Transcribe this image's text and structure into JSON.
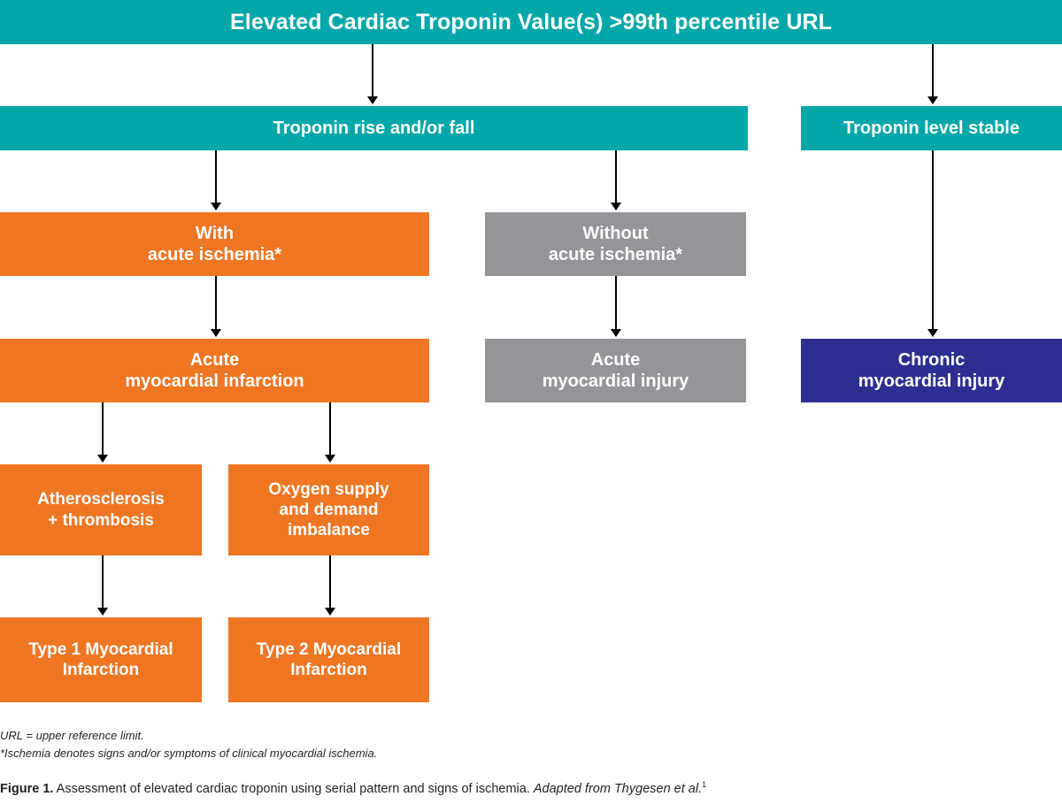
{
  "figure": {
    "title": "Elevated Cardiac Troponin Value(s) >99th percentile URL",
    "caption_lead": "Figure 1.",
    "caption_text": " Assessment of elevated cardiac troponin using serial pattern and signs of ischemia. ",
    "caption_source": "Adapted from Thygesen et al.",
    "caption_ref": "1"
  },
  "colors": {
    "teal": "#04A7A9",
    "orange": "#EE7623",
    "gray": "#949599",
    "blue": "#2D2E8F",
    "arrow": "#000000",
    "box_text": "#FFFFFF",
    "body_text": "#231F20",
    "background": "#FFFFFF"
  },
  "nodes": {
    "header": "Elevated Cardiac Troponin Value(s) >99th percentile URL",
    "rise_fall": "Troponin rise and/or fall",
    "level_stable": "Troponin level stable",
    "with_ischemia": "With\nacute ischemia*",
    "without_ischemia": "Without\nacute ischemia*",
    "acute_mi": "Acute\nmyocardial infarction",
    "acute_injury": "Acute\nmyocardial injury",
    "chronic_injury": "Chronic\nmyocardial injury",
    "atherosclerosis": "Atherosclerosis\n+ thrombosis",
    "oxygen_imbalance": "Oxygen supply\nand demand\nimbalance",
    "type1_mi": "Type 1 Myocardial\nInfarction",
    "type2_mi": "Type 2 Myocardial\nInfarction"
  },
  "footnotes": [
    "URL = upper reference limit.",
    "*Ischemia denotes signs and/or symptoms of clinical myocardial ischemia."
  ],
  "chart_data": {
    "type": "flowchart",
    "title": "Elevated Cardiac Troponin Value(s) >99th percentile URL",
    "nodes": [
      {
        "id": "header",
        "label": "Elevated Cardiac Troponin Value(s) >99th percentile URL",
        "color": "#04A7A9",
        "level": 0
      },
      {
        "id": "rise_fall",
        "label": "Troponin rise and/or fall",
        "color": "#04A7A9",
        "level": 1
      },
      {
        "id": "level_stable",
        "label": "Troponin level stable",
        "color": "#04A7A9",
        "level": 1
      },
      {
        "id": "with_ischemia",
        "label": "With acute ischemia*",
        "color": "#EE7623",
        "level": 2
      },
      {
        "id": "without_ischemia",
        "label": "Without acute ischemia*",
        "color": "#949599",
        "level": 2
      },
      {
        "id": "acute_mi",
        "label": "Acute myocardial infarction",
        "color": "#EE7623",
        "level": 3
      },
      {
        "id": "acute_injury",
        "label": "Acute myocardial injury",
        "color": "#949599",
        "level": 3
      },
      {
        "id": "chronic_injury",
        "label": "Chronic myocardial injury",
        "color": "#2D2E8F",
        "level": 3
      },
      {
        "id": "atherosclerosis",
        "label": "Atherosclerosis + thrombosis",
        "color": "#EE7623",
        "level": 4
      },
      {
        "id": "oxygen_imbalance",
        "label": "Oxygen supply and demand imbalance",
        "color": "#EE7623",
        "level": 4
      },
      {
        "id": "type1_mi",
        "label": "Type 1 Myocardial Infarction",
        "color": "#EE7623",
        "level": 5
      },
      {
        "id": "type2_mi",
        "label": "Type 2 Myocardial Infarction",
        "color": "#EE7623",
        "level": 5
      }
    ],
    "edges": [
      {
        "from": "header",
        "to": "rise_fall"
      },
      {
        "from": "header",
        "to": "level_stable"
      },
      {
        "from": "rise_fall",
        "to": "with_ischemia"
      },
      {
        "from": "rise_fall",
        "to": "without_ischemia"
      },
      {
        "from": "level_stable",
        "to": "chronic_injury"
      },
      {
        "from": "with_ischemia",
        "to": "acute_mi"
      },
      {
        "from": "without_ischemia",
        "to": "acute_injury"
      },
      {
        "from": "acute_mi",
        "to": "atherosclerosis"
      },
      {
        "from": "acute_mi",
        "to": "oxygen_imbalance"
      },
      {
        "from": "atherosclerosis",
        "to": "type1_mi"
      },
      {
        "from": "oxygen_imbalance",
        "to": "type2_mi"
      }
    ]
  }
}
